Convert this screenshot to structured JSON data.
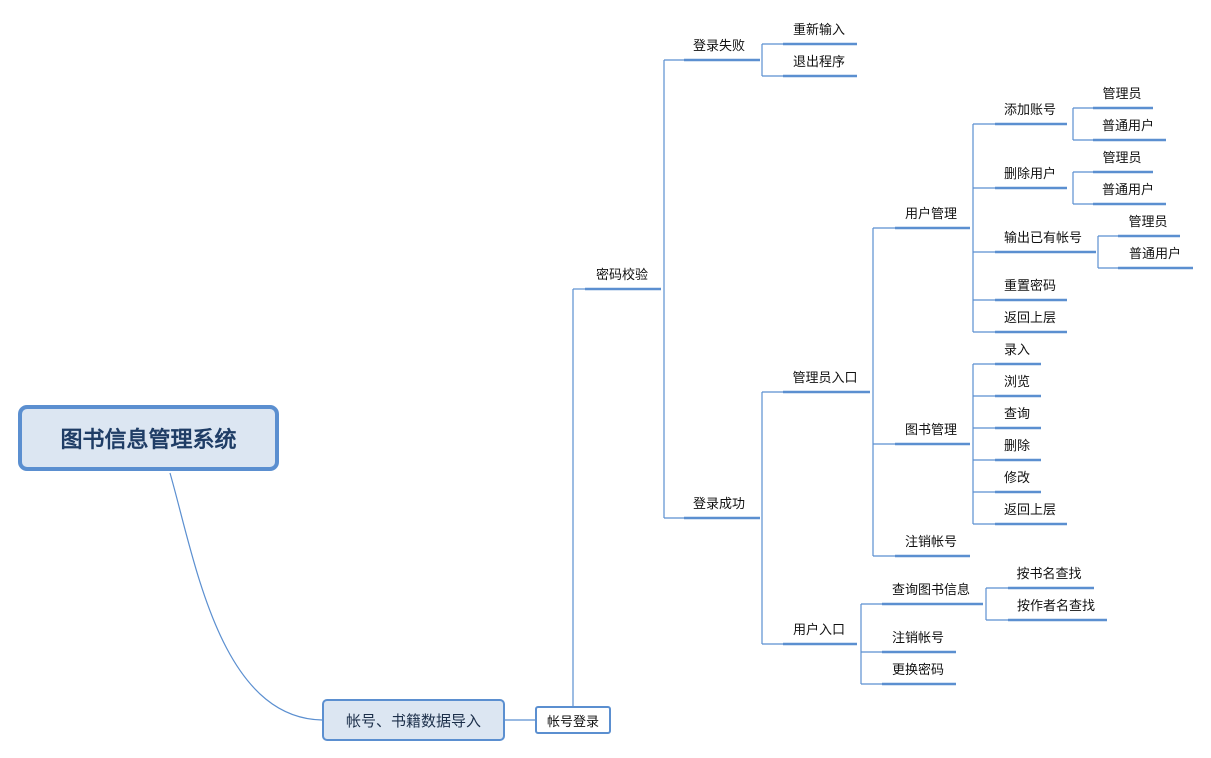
{
  "root": "图书信息管理系统",
  "main_topic": "帐号、书籍数据导入",
  "login": "帐号登录",
  "password_check": "密码校验",
  "login_fail": {
    "label": "登录失败",
    "retry": "重新输入",
    "exit": "退出程序"
  },
  "login_success": "登录成功",
  "admin_entry": {
    "label": "管理员入口",
    "user_mgmt": {
      "label": "用户管理",
      "add_account": {
        "label": "添加账号",
        "admin": "管理员",
        "user": "普通用户"
      },
      "delete_user": {
        "label": "删除用户",
        "admin": "管理员",
        "user": "普通用户"
      },
      "list_accounts": {
        "label": "输出已有帐号",
        "admin": "管理员",
        "user": "普通用户"
      },
      "reset_password": "重置密码",
      "back": "返回上层"
    },
    "book_mgmt": {
      "label": "图书管理",
      "input": "录入",
      "browse": "浏览",
      "query": "查询",
      "delete": "删除",
      "modify": "修改",
      "back": "返回上层"
    },
    "logout": "注销帐号"
  },
  "user_entry": {
    "label": "用户入口",
    "query_books": {
      "label": "查询图书信息",
      "by_title": "按书名查找",
      "by_author": "按作者名查找"
    },
    "logout": "注销帐号",
    "change_password": "更换密码"
  },
  "colors": {
    "line": "#5b8fd0",
    "box_fill": "#dce6f2",
    "root_text": "#1f3d66"
  }
}
